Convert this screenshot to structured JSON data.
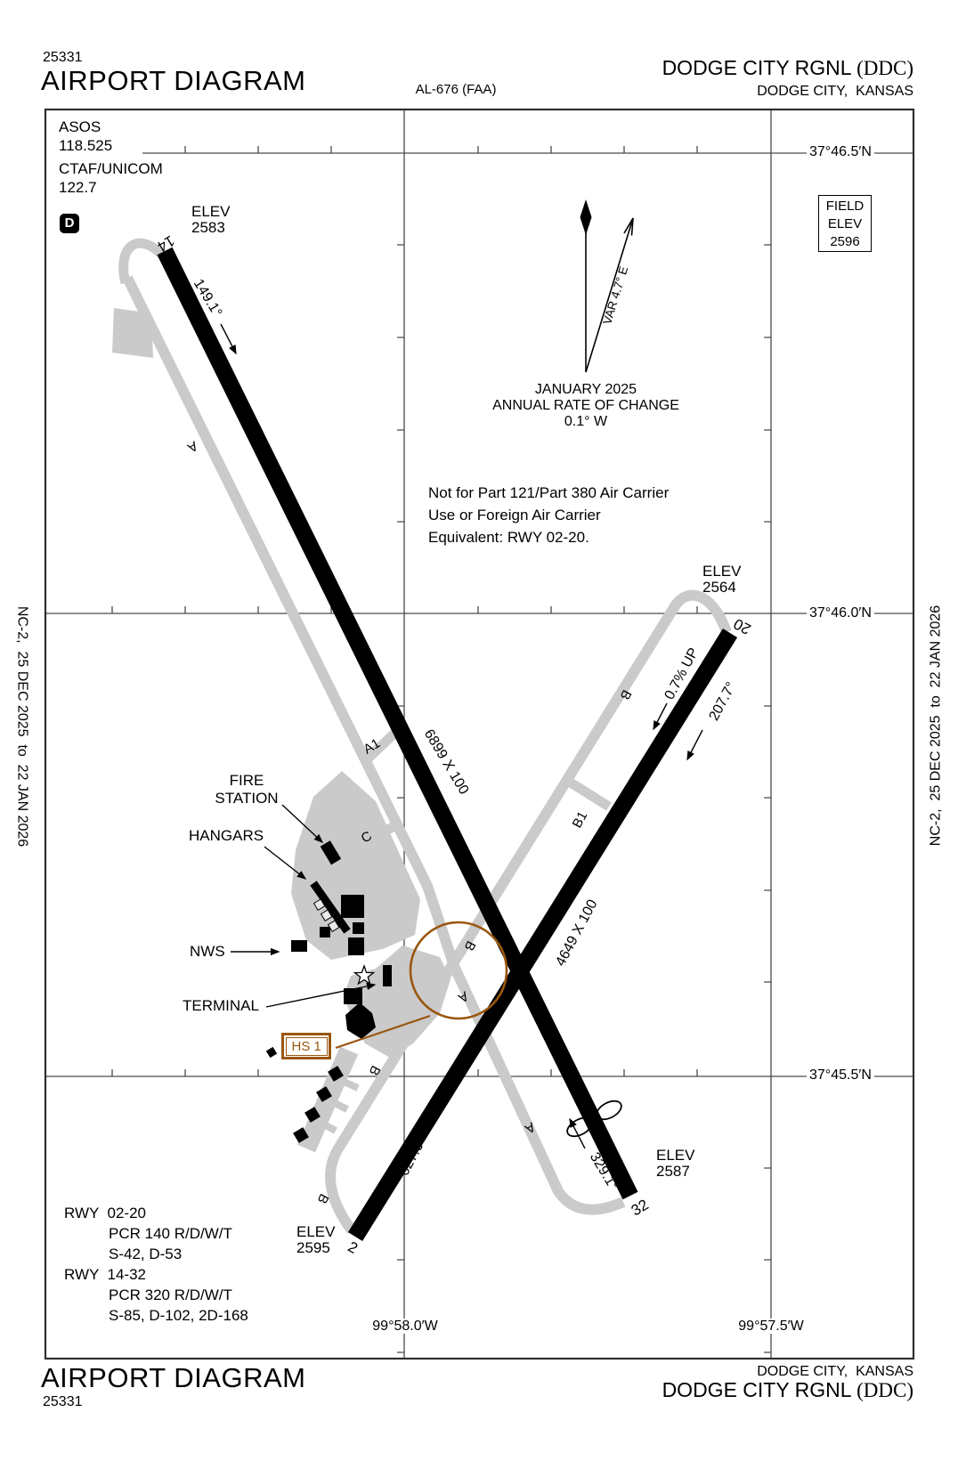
{
  "header": {
    "chart_number": "25331",
    "title": "AIRPORT DIAGRAM",
    "al_number": "AL-676 (FAA)",
    "airport_name": "DODGE CITY RGNL",
    "airport_icao": "(DDC)",
    "city_state": "DODGE CITY,  KANSAS"
  },
  "footer": {
    "title": "AIRPORT DIAGRAM",
    "chart_number": "25331",
    "city_state": "DODGE CITY,  KANSAS",
    "airport_name": "DODGE CITY RGNL",
    "airport_icao": "(DDC)"
  },
  "margin_note": "NC-2,  25 DEC 2025  to  22 JAN 2026",
  "frequencies": {
    "asos_label": "ASOS",
    "asos": "118.525",
    "ctaf_label": "CTAF/UNICOM",
    "ctaf": "122.7",
    "d_box": "D"
  },
  "field_elevation": {
    "label1": "FIELD",
    "label2": "ELEV",
    "value": "2596"
  },
  "magnetic": {
    "variation": "VAR 4.7° E",
    "date": "JANUARY 2025",
    "rate_label": "ANNUAL RATE OF CHANGE",
    "rate": "0.1° W"
  },
  "note": [
    "Not for Part 121/Part 380 Air Carrier",
    "Use or Foreign Air Carrier",
    "Equivalent: RWY 02-20."
  ],
  "graticule": {
    "lat_465": "37°46.5′N",
    "lat_460": "37°46.0′N",
    "lat_455": "37°45.5′N",
    "lon_580": "99°58.0′W",
    "lon_575": "99°57.5′W"
  },
  "elev_label": "ELEV",
  "runway_14_32": {
    "end_14": "14",
    "end_32": "32",
    "size": "6899 X 100",
    "hdg_14": "149.1°",
    "hdg_32": "329.1°",
    "elev_14": "2583",
    "elev_32": "2587"
  },
  "runway_02_20": {
    "end_2": "2",
    "end_20": "20",
    "size": "4649 X 100",
    "hdg_2": "027.6°",
    "hdg_20": "207.7°",
    "elev_2": "2595",
    "elev_20": "2564",
    "gradient": "0.7% UP"
  },
  "taxiways": {
    "a": "A",
    "a1": "A1",
    "b": "B",
    "b1": "B1",
    "c": "C"
  },
  "facilities": {
    "fire_line1": "FIRE",
    "fire_line2": "STATION",
    "hangars": "HANGARS",
    "nws": "NWS",
    "terminal": "TERMINAL"
  },
  "hot_spot": "HS 1",
  "runway_info": {
    "rwy_0220": "RWY  02-20",
    "rwy_0220_pcr": "PCR 140 R/D/W/T",
    "rwy_0220_strength": "S-42, D-53",
    "rwy_1432": "RWY  14-32",
    "rwy_1432_pcr": "PCR 320 R/D/W/T",
    "rwy_1432_strength": "S-85, D-102, 2D-168"
  },
  "colors": {
    "hot_spot": "#9A5710",
    "pavement": "#CACACA"
  }
}
